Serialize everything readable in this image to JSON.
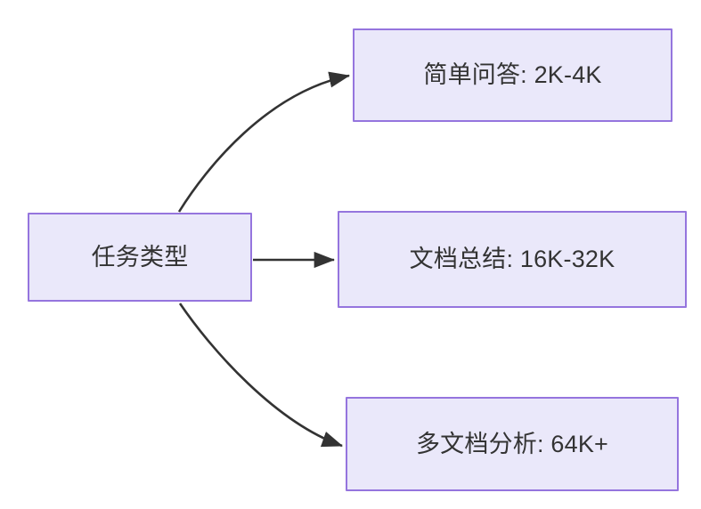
{
  "diagram": {
    "title": "任务类型",
    "type": "flowchart",
    "direction": "left-to-right",
    "background_color": "#ffffff",
    "node_fill_color": "#eae8fa",
    "node_border_color": "#9575de",
    "text_color": "#333333",
    "edge_color": "#333333",
    "source": {
      "id": "task-type",
      "label": "任务类型"
    },
    "targets": [
      {
        "id": "simple-qa",
        "label": "简单问答: 2K-4K",
        "category": "简单问答",
        "value": "2K-4K"
      },
      {
        "id": "doc-summary",
        "label": "文档总结: 16K-32K",
        "category": "文档总结",
        "value": "16K-32K"
      },
      {
        "id": "multi-doc-analysis",
        "label": "多文档分析: 64K+",
        "category": "多文档分析",
        "value": "64K+"
      }
    ],
    "edges": [
      {
        "id": "edge-0",
        "from": "task-type",
        "to": "simple-qa",
        "label": "",
        "style": "curved-arrow"
      },
      {
        "id": "edge-1",
        "from": "task-type",
        "to": "doc-summary",
        "label": "",
        "style": "straight-arrow"
      },
      {
        "id": "edge-2",
        "from": "task-type",
        "to": "multi-doc-analysis",
        "label": "",
        "style": "curved-arrow"
      }
    ]
  }
}
